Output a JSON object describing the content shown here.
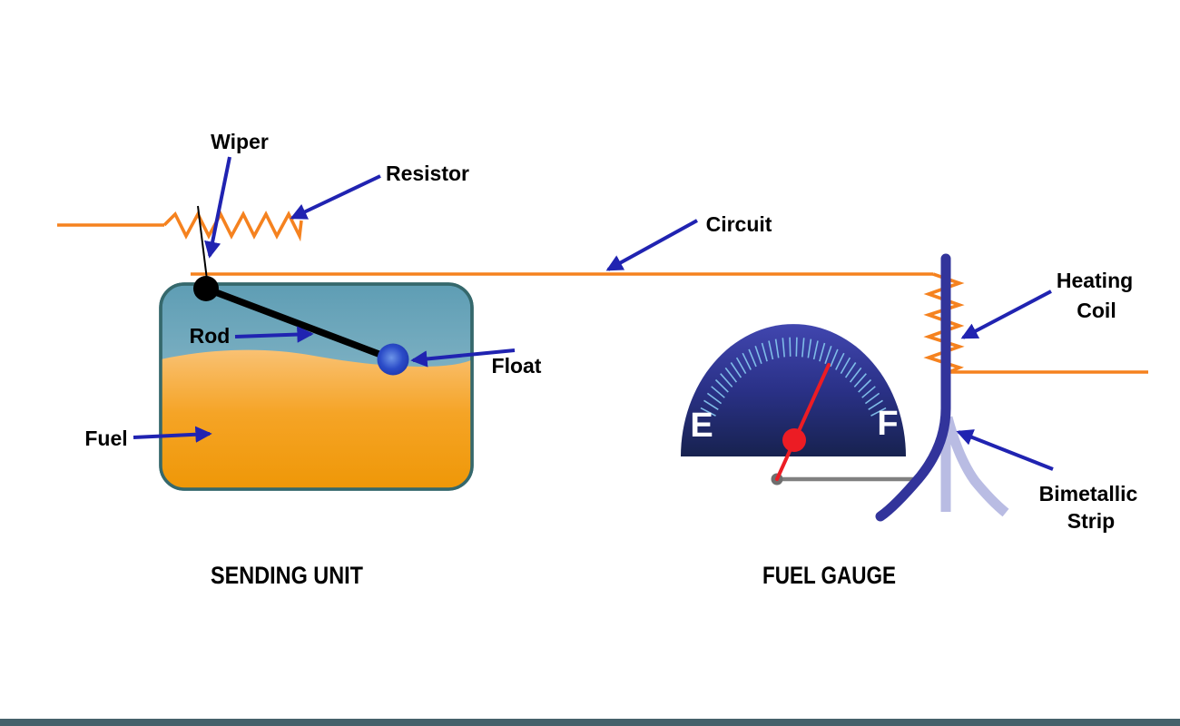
{
  "part_labels": {
    "wiper": "Wiper",
    "resistor": "Resistor",
    "circuit": "Circuit",
    "rod": "Rod",
    "float": "Float",
    "fuel": "Fuel",
    "heating_line1": "Heating",
    "heating_line2": "Coil",
    "bimetallic_line1": "Bimetallic",
    "bimetallic_line2": "Strip"
  },
  "section_titles": {
    "sending_unit": "SENDING UNIT",
    "fuel_gauge": "FUEL GAUGE"
  },
  "gauge": {
    "empty": "E",
    "full": "F"
  },
  "colors": {
    "wire_orange": "#F5821F",
    "arrow_blue": "#2023B1",
    "gauge_tick": "#7FBCE8",
    "needle_red": "#EC1C24",
    "strip_dark": "#32349B",
    "strip_light": "#B9BCE3",
    "link_gray": "#808080",
    "pivot_gray": "#6E6E6E",
    "tank_border_teal": "#35686C",
    "bottom_bar_teal": "#45616B",
    "label_black": "#000000"
  }
}
